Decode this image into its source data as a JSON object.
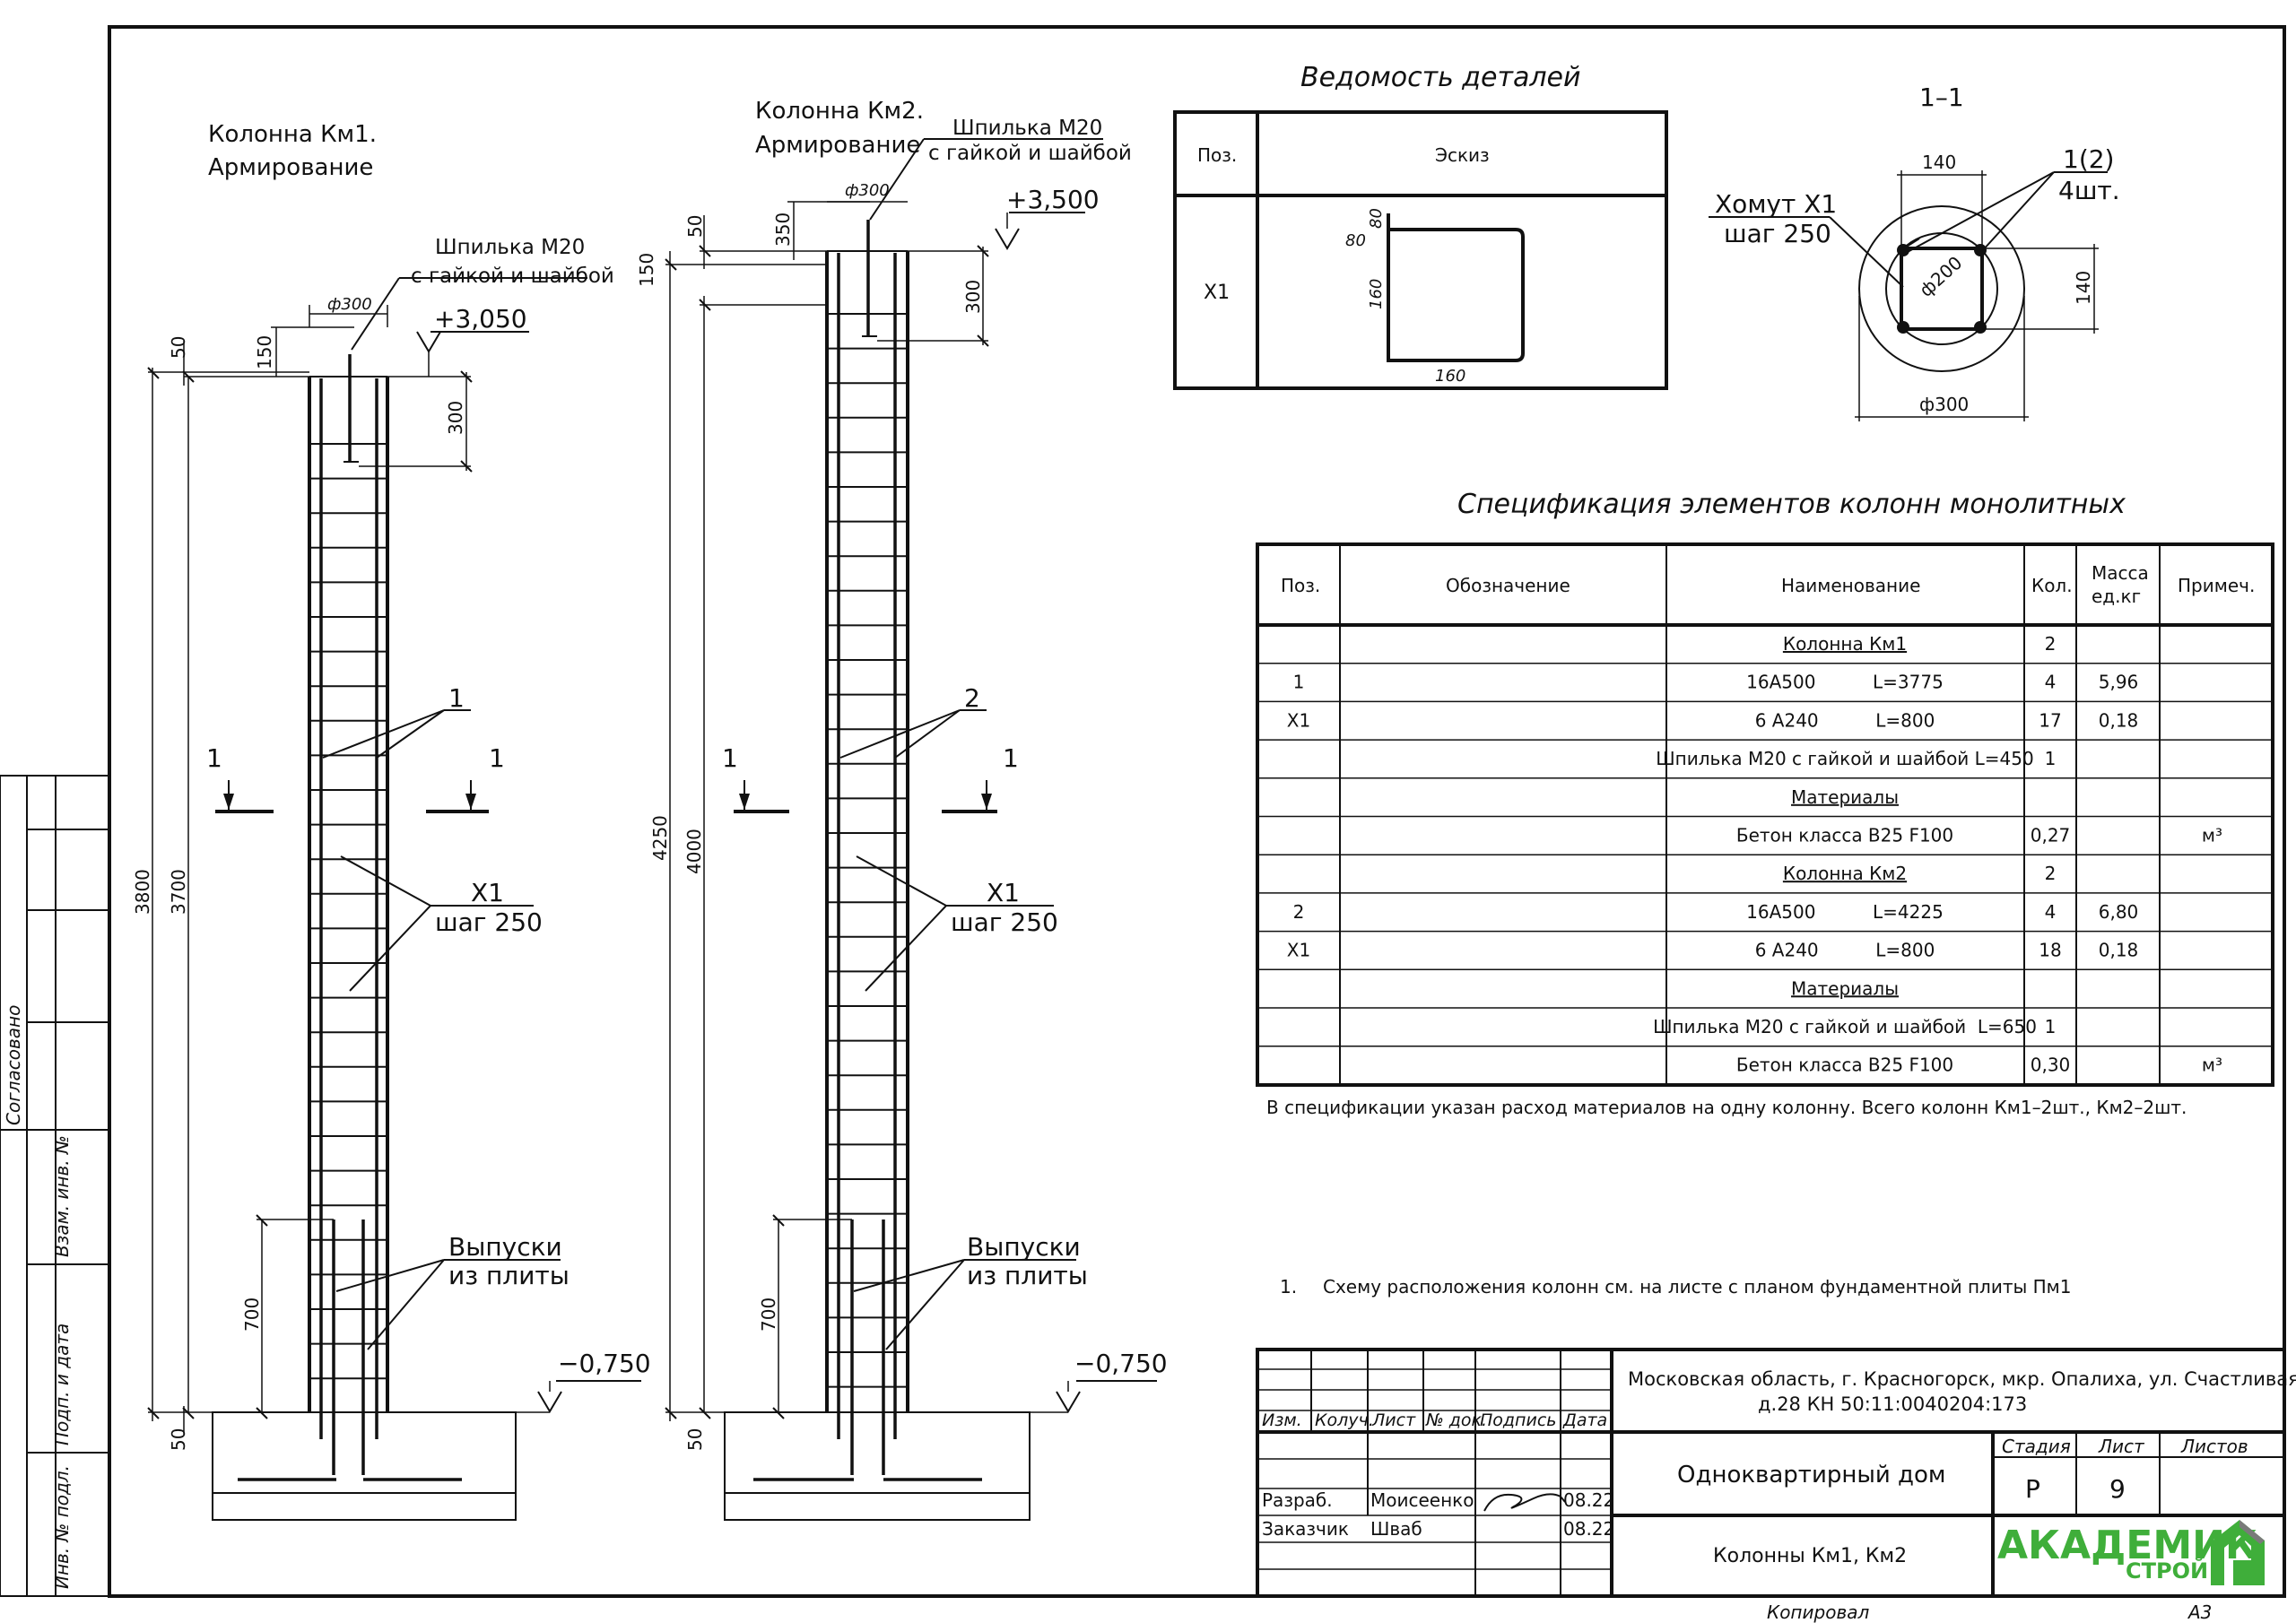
{
  "col1": {
    "title_line1": "Колонна Км1.",
    "title_line2": "Армирование",
    "stud_line1": "Шпилька М20",
    "stud_line2": "с гайкой и шайбой",
    "d300": "ф300",
    "elev_top": "+3,050",
    "dim_50_top": "50",
    "dim_150": "150",
    "dim_300": "300",
    "dim_3800": "3800",
    "dim_3700": "3700",
    "dim_700": "700",
    "dim_50_bot": "50",
    "lbl_bar": "1",
    "sec_left": "1",
    "sec_right": "1",
    "x1_line1": "Х1",
    "x1_line2": "шаг 250",
    "out_line1": "Выпуски",
    "out_line2": "из плиты",
    "elev_bot": "−0,750"
  },
  "col2": {
    "title_line1": "Колонна Км2.",
    "title_line2": "Армирование",
    "stud_line1": "Шпилька М20",
    "stud_line2": "с гайкой и шайбой",
    "d300": "ф300",
    "elev_top": "+3,500",
    "dim_50_top": "50",
    "dim_350": "350",
    "dim_150": "150",
    "dim_300": "300",
    "dim_4250": "4250",
    "dim_4000": "4000",
    "dim_700": "700",
    "dim_50_bot": "50",
    "lbl_bar": "2",
    "sec_left": "1",
    "sec_right": "1",
    "x1_line1": "Х1",
    "x1_line2": "шаг 250",
    "out_line1": "Выпуски",
    "out_line2": "из плиты",
    "elev_bot": "−0,750"
  },
  "details": {
    "title": "Ведомость деталей",
    "h_pos": "Поз.",
    "h_sketch": "Эскиз",
    "pos": "Х1",
    "d80a": "80",
    "d80b": "80",
    "d160v": "160",
    "d160h": "160"
  },
  "section": {
    "title": "1–1",
    "d140_top": "140",
    "d140_side": "140",
    "bar_lbl_1": "1(2)",
    "bar_lbl_2": "4шт.",
    "tie_1": "Хомут Х1",
    "tie_2": "шаг 250",
    "d200": "ф200",
    "d300": "ф300"
  },
  "spec": {
    "title": "Спецификация элементов колонн монолитных",
    "headers": {
      "pos": "Поз.",
      "desig": "Обозначение",
      "name": "Наименование",
      "qty": "Кол.",
      "mass1": "Масса",
      "mass2": "ед.кг",
      "note": "Примеч."
    },
    "rows": [
      {
        "pos": "",
        "name": "Колонна Км1",
        "qty": "2",
        "mass": "",
        "note": "",
        "u": true
      },
      {
        "pos": "1",
        "name": "16А500          L=3775",
        "qty": "4",
        "mass": "5,96",
        "note": ""
      },
      {
        "pos": "Х1",
        "name": "6 А240          L=800",
        "qty": "17",
        "mass": "0,18",
        "note": ""
      },
      {
        "pos": "",
        "name": "Шпилька М20 с гайкой и шайбой L=450",
        "qty": "1",
        "mass": "",
        "note": ""
      },
      {
        "pos": "",
        "name": "Материалы",
        "qty": "",
        "mass": "",
        "note": "",
        "u": true
      },
      {
        "pos": "",
        "name": "Бетон класса В25 F100",
        "qty": "0,27",
        "mass": "",
        "note": "м³"
      },
      {
        "pos": "",
        "name": "Колонна Км2",
        "qty": "2",
        "mass": "",
        "note": "",
        "u": true
      },
      {
        "pos": "2",
        "name": "16А500          L=4225",
        "qty": "4",
        "mass": "6,80",
        "note": ""
      },
      {
        "pos": "Х1",
        "name": "6 А240          L=800",
        "qty": "18",
        "mass": "0,18",
        "note": ""
      },
      {
        "pos": "",
        "name": "Материалы",
        "qty": "",
        "mass": "",
        "note": "",
        "u": true
      },
      {
        "pos": "",
        "name": "Шпилька М20 с гайкой и шайбой  L=650",
        "qty": "1",
        "mass": "",
        "note": ""
      },
      {
        "pos": "",
        "name": "Бетон класса В25 F100",
        "qty": "0,30",
        "mass": "",
        "note": "м³"
      }
    ],
    "footnote": "В спецификации указан расход материалов на одну колонну. Всего колонн Км1–2шт., Км2–2шт."
  },
  "note1": {
    "num": "1.",
    "text": "Схему расположения колонн см. на листе с планом фундаментной плиты Пм1"
  },
  "stamp": {
    "address_1": "Московская область, г. Красногорск, мкр. Опалиха, ул. Счастливая,",
    "address_2": "д.28 КН 50:11:0040204:173",
    "h_izm": "Изм.",
    "h_koluch": "Колуч.",
    "h_list": "Лист",
    "h_ndok": "№ док.",
    "h_podpis": "Подпись",
    "h_data": "Дата",
    "project": "Однокварти­рный дом",
    "h_stadia": "Стадия",
    "h_list2": "Лист",
    "h_listov": "Листов",
    "stadia": "Р",
    "list_no": "9",
    "r1_role": "Разраб.",
    "r1_name": "Моисеенко",
    "r1_date": "08.22",
    "r2_role": "Заказчик",
    "r2_name": "Шваб",
    "r2_date": "08.22",
    "sheet_title": "Колонны Км1, Км2",
    "logo_1": "АКАДЕМИК",
    "logo_2": "СТРОЙ",
    "copied": "Копировал",
    "format": "А3"
  },
  "side": {
    "agreed": "Согласовано",
    "vzam": "Взам. инв. №",
    "podp": "Подп. и дата",
    "inv": "Инв. № подл."
  },
  "colors": {
    "ink": "#111111",
    "logo_gray": "#7a7a7a",
    "logo_green": "#3fae3a"
  }
}
